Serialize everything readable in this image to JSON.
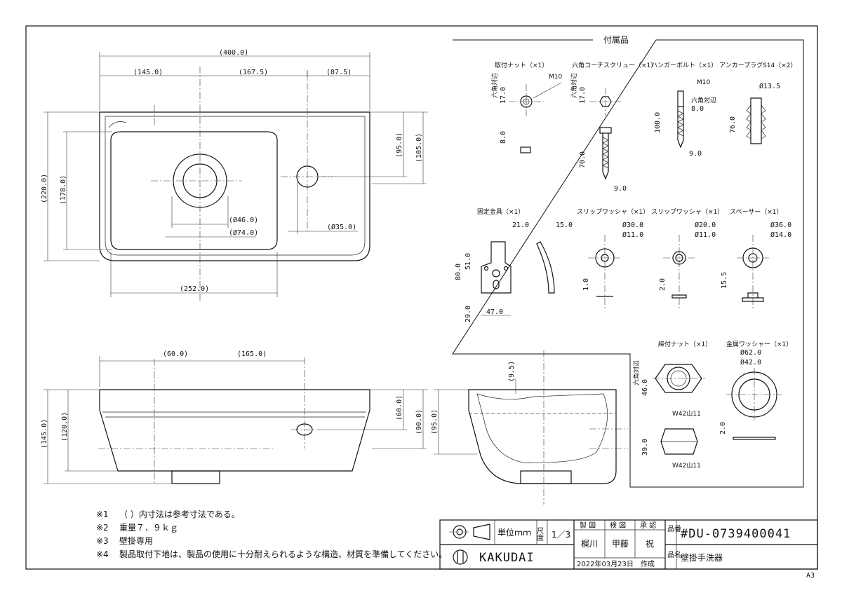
{
  "drawing": {
    "sheet_size": "A3",
    "top_view": {
      "dims": {
        "overall_width": "(400.0)",
        "left": "(145.0)",
        "middle": "(167.5)",
        "right": "(87.5)",
        "overall_height": "(220.0)",
        "bowl_height": "(178.0)",
        "from_top_95": "(95.0)",
        "from_top_105": "(105.0)",
        "drain_inner": "(Ø46.0)",
        "drain_outer": "(Ø74.0)",
        "tap_hole": "(Ø35.0)",
        "bowl_width": "(252.0)"
      }
    },
    "front_view": {
      "dims": {
        "left": "(60.0)",
        "middle": "(165.0)",
        "overall_height": "(145.0)",
        "bowl_depth": "(120.0)",
        "hole_height": "(60.0)",
        "hole_from_bottom": "(90.0)"
      }
    },
    "side_view": {
      "dims": {
        "rim": "(9.5)",
        "height": "(95.0)"
      }
    },
    "accessories": {
      "title": "付属品",
      "items": [
        {
          "name": "取付ナット（×1）",
          "d1": "17.0",
          "d2": "8.0",
          "thread": "M10",
          "flat": "六角対辺"
        },
        {
          "name": "六角コーチスクリュー（×1）",
          "d1": "17.0",
          "d2": "70.0",
          "d3": "9.0",
          "flat": "六角対辺"
        },
        {
          "name": "ハンガーボルト（×1）",
          "d1": "100.0",
          "thread": "M10",
          "flat": "六角対辺",
          "d2": "8.0",
          "d3": "9.0"
        },
        {
          "name": "アンカープラグS14（×2）",
          "d1": "Ø13.5",
          "d2": "76.0"
        },
        {
          "name": "固定金具（×1）",
          "d1": "21.0",
          "d2": "80.0",
          "d3": "51.0",
          "d4": "29.0",
          "d5": "47.0",
          "d6": "15.0"
        },
        {
          "name": "スリップワッシャ（×1）",
          "d1": "Ø30.0",
          "d2": "Ø11.0",
          "d3": "1.0"
        },
        {
          "name": "スリップワッシャ（×1）",
          "d1": "Ø20.0",
          "d2": "Ø11.0",
          "d3": "2.0"
        },
        {
          "name": "スペーサー（×1）",
          "d1": "Ø36.0",
          "d2": "Ø14.0",
          "d3": "15.5"
        },
        {
          "name": "締付ナット（×1）",
          "d1": "46.0",
          "d2": "39.0",
          "thread_top": "W42山11",
          "thread_bottom": "W42山11",
          "flat": "六角対辺"
        },
        {
          "name": "金属ワッシャー（×1）",
          "d1": "Ø62.0",
          "d2": "Ø42.0",
          "d3": "2.0"
        }
      ]
    },
    "notes": [
      {
        "mark": "※1",
        "text": "（ ）内寸法は参考寸法である。"
      },
      {
        "mark": "※2",
        "text": "重量７．９ｋｇ"
      },
      {
        "mark": "※3",
        "text": "壁掛専用"
      },
      {
        "mark": "※4",
        "text": "製品取付下地は、製品の使用に十分耐えられるような構造、材質を準備してください。"
      }
    ],
    "title_block": {
      "unit_label": "単位ｍｍ",
      "scale_label": "尺度",
      "scale_value": "1／3",
      "drawn_label": "製 図",
      "checked_label": "検 図",
      "approved_label": "承 認",
      "drawn_by": "梶川",
      "checked_by": "甲藤",
      "approved_by": "祝",
      "number_label": "品番",
      "number": "#DU-0739400041",
      "name_label": "品名",
      "name": "壁掛手洗器",
      "date": "2022年03月23日　作成",
      "brand": "KAKUDAI"
    }
  }
}
